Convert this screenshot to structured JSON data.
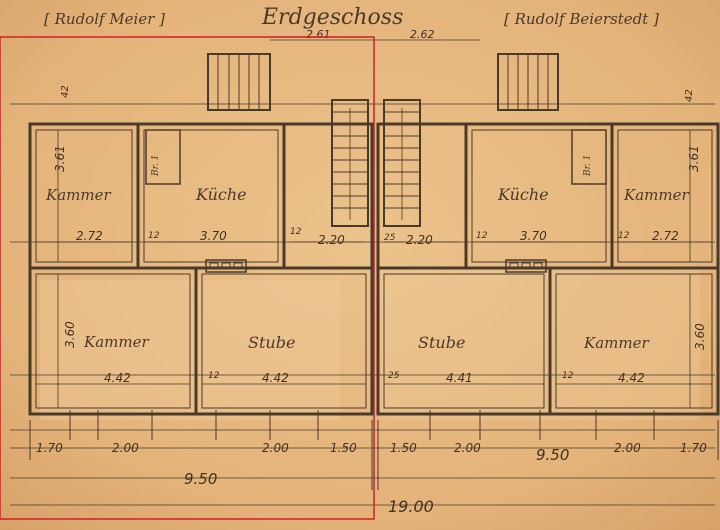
{
  "header": {
    "title": "Erdgeschoss",
    "owner_left": "[ Rudolf Meier ]",
    "owner_right": "[ Rudolf Beierstedt ]"
  },
  "rooms": {
    "kammer_tl": "Kammer",
    "kueche_l": "Küche",
    "br_l": "Br. 1",
    "kammer_bl": "Kammer",
    "stube_l": "Stube",
    "kueche_r": "Küche",
    "kammer_tr": "Kammer",
    "br_r": "Br. 1",
    "stube_r": "Stube",
    "kammer_br": "Kammer"
  },
  "dims": {
    "top_261": "2.61",
    "top_262": "2.62",
    "d_42_l": "42",
    "d_42_r": "42",
    "d_361_l": "3.61",
    "d_361_r": "3.61",
    "d_272_l": "2.72",
    "d_12_a": "12",
    "d_370_l": "3.70",
    "d_12_b": "12",
    "d_220_l": "2.20",
    "d_25_a": "25",
    "d_220_r": "2.20",
    "d_12_c": "12",
    "d_370_r": "3.70",
    "d_12_d": "12",
    "d_272_r": "2.72",
    "d_360_l": "3.60",
    "d_360_r": "3.60",
    "d_442_a": "4.42",
    "d_12_e": "12",
    "d_442_b": "4.42",
    "d_25_b": "25",
    "d_441": "4.41",
    "d_12_f": "12",
    "d_442_c": "4.42",
    "b_170_l": "1.70",
    "b_200_a": "2.00",
    "b_200_b": "2.00",
    "b_150_a": "1.50",
    "b_150_b": "1.50",
    "b_200_c": "2.00",
    "b_200_d": "2.00",
    "b_170_r": "1.70",
    "total_950_l": "9.50",
    "total_950_r": "9.50",
    "total_1900": "19.00"
  },
  "colors": {
    "paper": "#e6b77c",
    "ink": "#4a3a2a",
    "selection": "#d0202a"
  }
}
